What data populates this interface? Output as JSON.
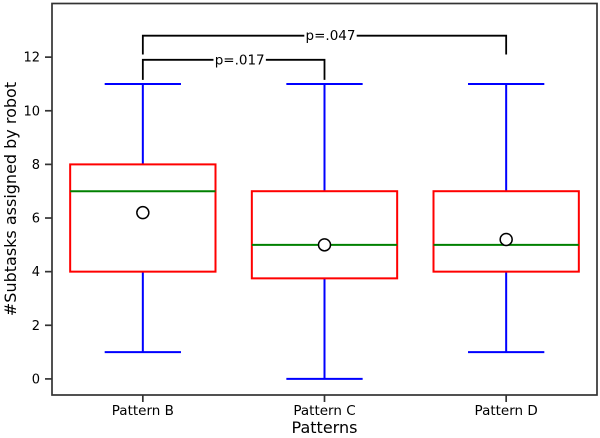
{
  "chart_data": {
    "type": "boxplot",
    "title": "",
    "xlabel": "Patterns",
    "ylabel": "#Subtasks assigned by robot",
    "categories": [
      "Pattern B",
      "Pattern C",
      "Pattern D"
    ],
    "yticks": [
      0,
      2,
      4,
      6,
      8,
      10,
      12
    ],
    "ylim": [
      -0.6,
      14.0
    ],
    "grid": false,
    "legend": false,
    "series": [
      {
        "name": "Pattern B",
        "whisker_low": 1,
        "q1": 4,
        "median": 7,
        "q3": 8,
        "whisker_high": 11,
        "mean": 6.2
      },
      {
        "name": "Pattern C",
        "whisker_low": 0,
        "q1": 3.75,
        "median": 5,
        "q3": 7,
        "whisker_high": 11,
        "mean": 5.0
      },
      {
        "name": "Pattern D",
        "whisker_low": 1,
        "q1": 4,
        "median": 5,
        "q3": 7,
        "whisker_high": 11,
        "mean": 5.2
      }
    ],
    "annotations": [
      {
        "label": "p=.017",
        "from": "Pattern B",
        "to": "Pattern C",
        "bar_y": 11.9,
        "drop_to": 11.15
      },
      {
        "label": "p=.047",
        "from": "Pattern B",
        "to": "Pattern D",
        "bar_y": 12.8,
        "drop_to": 12.1
      }
    ],
    "colors": {
      "box": "#ff0000",
      "whisker": "#0000ff",
      "median": "#008000",
      "mean_marker": "#000000",
      "annotation": "#000000",
      "axis": "#333333",
      "text": "#000000",
      "background": "#ffffff"
    }
  }
}
